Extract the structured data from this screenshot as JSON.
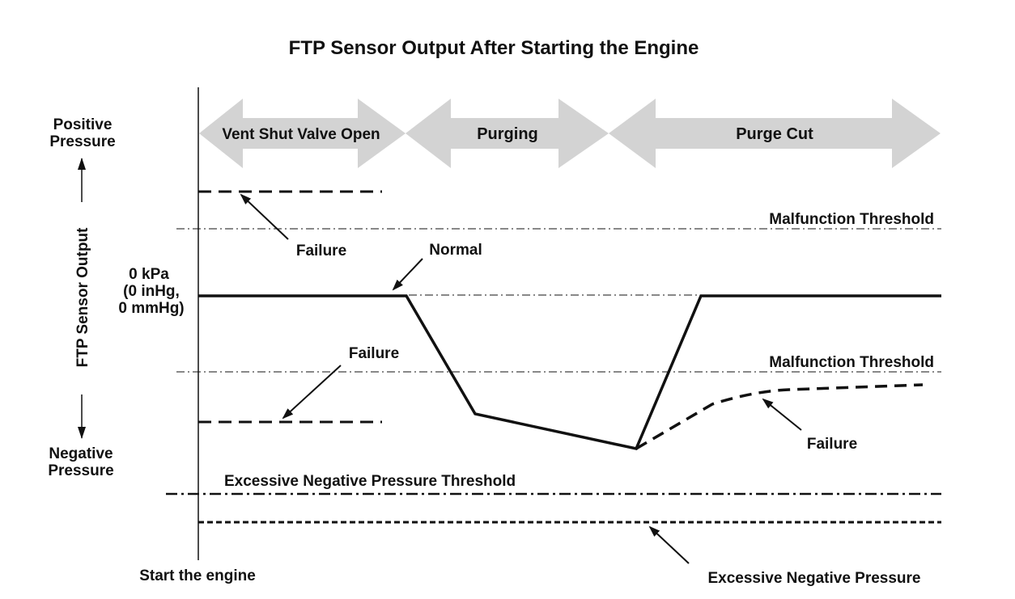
{
  "title": "FTP Sensor Output After Starting the Engine",
  "phases": [
    {
      "label": "Vent Shut Valve Open"
    },
    {
      "label": "Purging"
    },
    {
      "label": "Purge Cut"
    }
  ],
  "y_axis": {
    "label": "FTP Sensor Output",
    "top_label_line1": "Positive",
    "top_label_line2": "Pressure",
    "bottom_label_line1": "Negative",
    "bottom_label_line2": "Pressure",
    "zero_line1": "0 kPa",
    "zero_line2": "(0 inHg,",
    "zero_line3": "0 mmHg)"
  },
  "x_axis": {
    "start_label": "Start the engine"
  },
  "thresholds": {
    "upper_malfunction": "Malfunction Threshold",
    "lower_malfunction": "Malfunction Threshold",
    "excessive_negative": "Excessive Negative Pressure Threshold"
  },
  "annotations": {
    "failure_high": "Failure",
    "normal": "Normal",
    "failure_low": "Failure",
    "failure_recovery": "Failure",
    "excessive_negative": "Excessive Negative Pressure"
  },
  "colors": {
    "line": "#111111",
    "phase_arrow": "#d3d3d3"
  }
}
